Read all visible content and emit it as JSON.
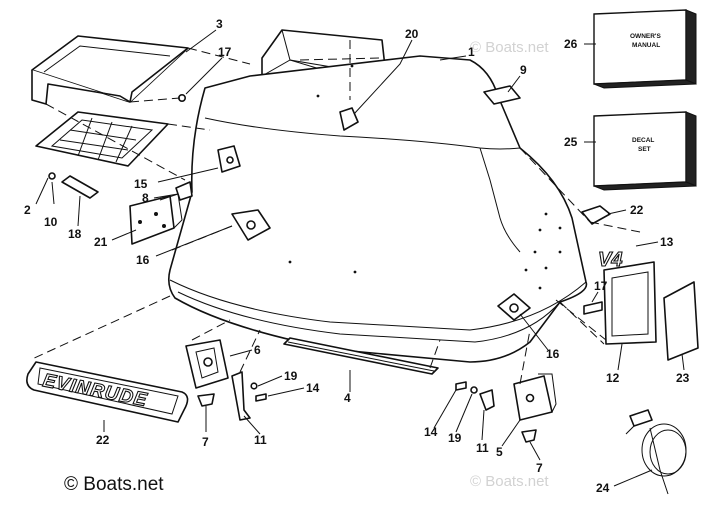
{
  "parts": {
    "p1": "1",
    "p2": "2",
    "p3": "3",
    "p4": "4",
    "p5": "5",
    "p6": "6",
    "p7a": "7",
    "p7b": "7",
    "p8": "8",
    "p9": "9",
    "p10": "10",
    "p11a": "11",
    "p11b": "11",
    "p12": "12",
    "p13": "13",
    "p14a": "14",
    "p14b": "14",
    "p15": "15",
    "p16a": "16",
    "p16b": "16",
    "p17a": "17",
    "p17b": "17",
    "p18": "18",
    "p19a": "19",
    "p19b": "19",
    "p20": "20",
    "p21": "21",
    "p22a": "22",
    "p22b": "22",
    "p23": "23",
    "p24": "24",
    "p25": "25",
    "p26": "26"
  },
  "manual_box": {
    "line1": "OWNER'S",
    "line2": "MANUAL"
  },
  "decal_box": {
    "line1": "DECAL",
    "line2": "SET"
  },
  "badge_text": "EVINRUDE",
  "v4_text": "V4",
  "watermark": "© Boats.net",
  "copyright": "© Boats.net"
}
